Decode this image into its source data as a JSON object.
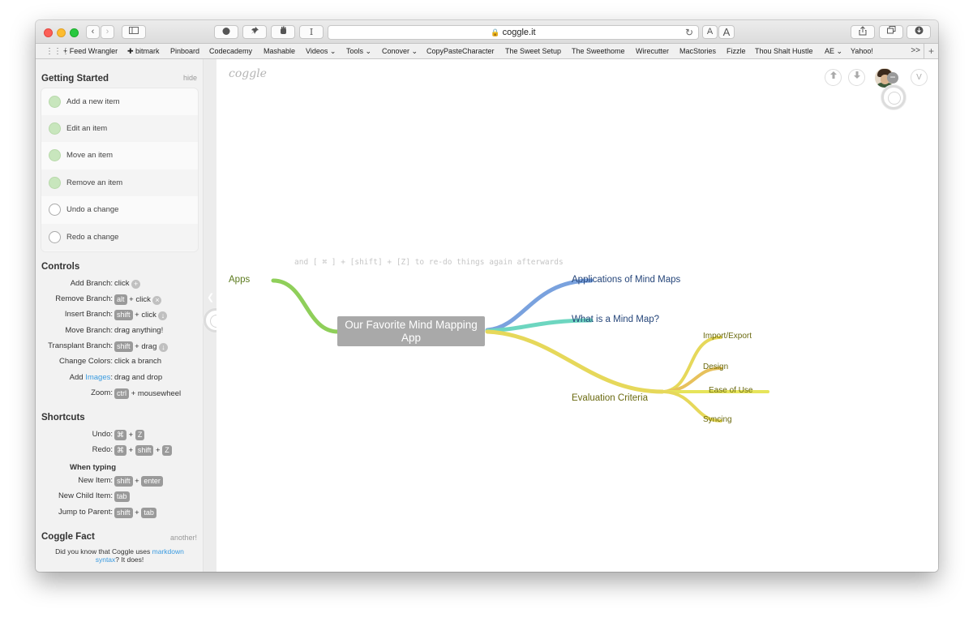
{
  "browser": {
    "url": "coggle.it",
    "tool_buttons": [
      "A",
      "A"
    ],
    "favorites": [
      "+ Feed Wrangler",
      "✚ bitmark",
      "Pinboard",
      "Codecademy",
      "Mashable",
      "Videos ⌄",
      "Tools ⌄",
      "Conover ⌄",
      "CopyPasteCharacter",
      "The Sweet Setup",
      "The Sweethome",
      "Wirecutter",
      "MacStories",
      "Fizzle",
      "Thou Shalt Hustle",
      "AE ⌄",
      "Yahoo!"
    ],
    "favorites_more": ">>"
  },
  "sidebar": {
    "getting_started": {
      "title": "Getting Started",
      "hide_label": "hide",
      "items": [
        {
          "label": "Add a new item",
          "done": true
        },
        {
          "label": "Edit an item",
          "done": true
        },
        {
          "label": "Move an item",
          "done": true
        },
        {
          "label": "Remove an item",
          "done": true
        },
        {
          "label": "Undo a change",
          "done": false
        },
        {
          "label": "Redo a change",
          "done": false
        }
      ]
    },
    "controls": {
      "title": "Controls",
      "rows": [
        {
          "label": "Add Branch:",
          "value": "click"
        },
        {
          "label": "Remove Branch:",
          "key1": "alt",
          "value": "+ click"
        },
        {
          "label": "Insert Branch:",
          "key1": "shift",
          "value": "+ click"
        },
        {
          "label": "Move Branch:",
          "value": "drag anything!"
        },
        {
          "label": "Transplant Branch:",
          "key1": "shift",
          "value": "+ drag"
        },
        {
          "label": "Change Colors:",
          "value": "click a branch"
        },
        {
          "label_prefix": "Add",
          "label_link": "Images",
          "label_suffix": ":",
          "value": "drag and drop"
        },
        {
          "label": "Zoom:",
          "key1": "ctrl",
          "value": "+ mousewheel"
        }
      ]
    },
    "shortcuts": {
      "title": "Shortcuts",
      "undo_label": "Undo:",
      "redo_label": "Redo:",
      "cmd_key": "⌘",
      "z_key": "Z",
      "shift_key": "shift",
      "plus": "+",
      "when_typing": "When typing",
      "new_item_label": "New Item:",
      "enter_key": "enter",
      "new_child_label": "New Child Item:",
      "tab_key": "tab",
      "jump_parent_label": "Jump to Parent:"
    },
    "fact": {
      "title": "Coggle Fact",
      "another_label": "another!",
      "text_prefix": "Did you know that Coggle uses",
      "link1": "markdown",
      "link2": "syntax",
      "text_suffix": "? It does!"
    }
  },
  "canvas": {
    "logo": "coggle",
    "avatar_initial": "V",
    "hint_text": "and [ ⌘ ] + [shift] + [Z] to re-do things again afterwards",
    "central_node": "Our Favorite Mind Mapping App",
    "nodes": {
      "apps": "Apps",
      "applications": "Applications of Mind Maps",
      "what_is": "What is a Mind Map?",
      "evaluation": "Evaluation Criteria",
      "import_export": "Import/Export",
      "design": "Design",
      "ease_of_use": "Ease of Use",
      "syncing": "Syncing"
    },
    "colors": {
      "apps_branch": "#8fcf5a",
      "applications_branch": "#7aa2de",
      "what_is_branch": "#6dd6c0",
      "evaluation_branch": "#e6d85a",
      "design_branch": "#e7c15c",
      "node_text_dark_blue": "#26467a",
      "node_text_olive": "#6b6a10",
      "node_text_green": "#5b7a1d",
      "central_bg": "#a9a9a9"
    }
  }
}
